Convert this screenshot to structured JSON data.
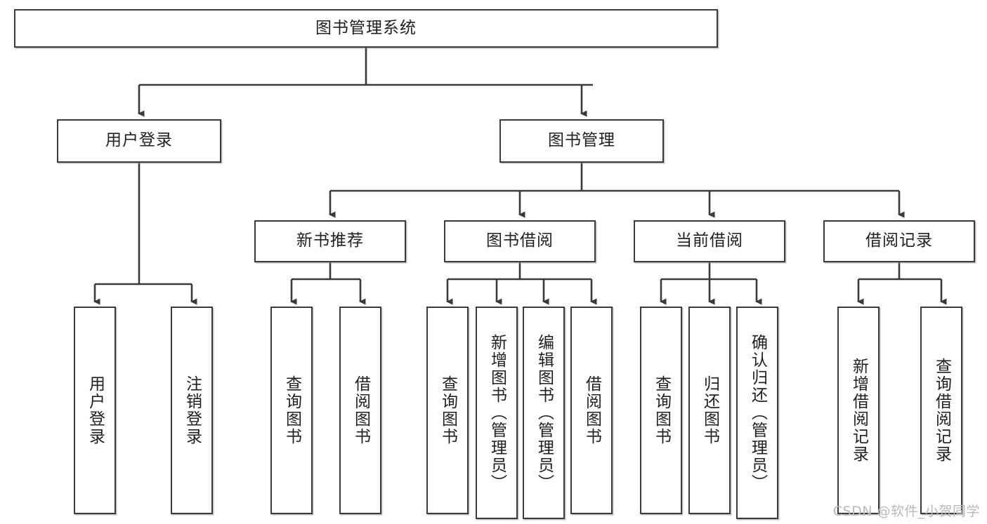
{
  "diagram": {
    "title": "图书管理系统",
    "watermark": "CSDN @软件_小贺同学",
    "line_color": "#3a3a3a",
    "box_fill": "#ffffff",
    "text_color": "#1f1f1f",
    "root": {
      "label": "图书管理系统"
    },
    "level1": [
      {
        "label": "用户登录"
      },
      {
        "label": "图书管理"
      }
    ],
    "level2": [
      {
        "label": "新书推荐"
      },
      {
        "label": "图书借阅"
      },
      {
        "label": "当前借阅"
      },
      {
        "label": "借阅记录"
      }
    ],
    "leaves": {
      "user_login": [
        {
          "label": "用户登录"
        },
        {
          "label": "注销登录"
        }
      ],
      "new_book_recommend": [
        {
          "label": "查询图书"
        },
        {
          "label": "借阅图书"
        }
      ],
      "book_borrow": [
        {
          "label": "查询图书"
        },
        {
          "label": "新增图书（管理员）"
        },
        {
          "label": "编辑图书（管理员）"
        },
        {
          "label": "借阅图书"
        }
      ],
      "current_borrow": [
        {
          "label": "查询图书"
        },
        {
          "label": "归还图书"
        },
        {
          "label": "确认归还（管理员）"
        }
      ],
      "borrow_record": [
        {
          "label": "新增借阅记录"
        },
        {
          "label": "查询借阅记录"
        }
      ]
    }
  }
}
